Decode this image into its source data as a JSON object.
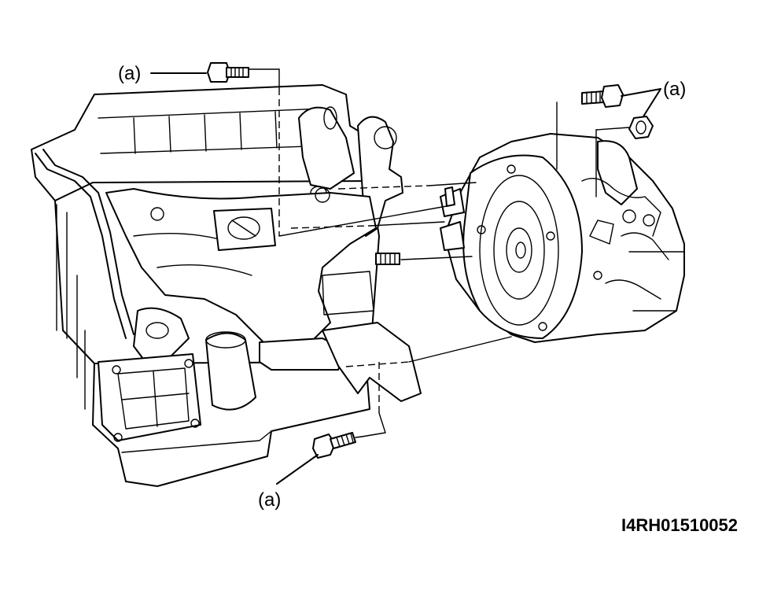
{
  "diagram": {
    "callout_label": "(a)",
    "reference_code": "I4RH01510052",
    "components": [
      "engine-block",
      "transaxle-assembly",
      "bolt",
      "nut"
    ]
  }
}
